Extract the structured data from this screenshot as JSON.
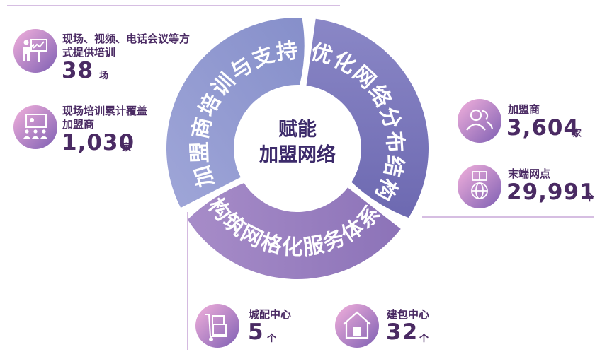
{
  "center": {
    "line1": "赋能",
    "line2": "加盟网络"
  },
  "segments": [
    {
      "text": "加盟商培训与支持",
      "color": "#8a93cc"
    },
    {
      "text": "优化网络分布结构",
      "color": "#7a76ba"
    },
    {
      "text": "构筑网格化服务体系",
      "color": "#9a7fbf"
    }
  ],
  "stats": [
    {
      "label": [
        "现场、视频、电话会议等方",
        "式提供培训"
      ],
      "value": "38",
      "unit": "场",
      "icon": "trainer-presentation-icon"
    },
    {
      "label": [
        "现场培训累计覆盖",
        "加盟商"
      ],
      "value": "1,030",
      "unit": "家",
      "icon": "classroom-icon"
    },
    {
      "label": [
        "加盟商"
      ],
      "value": "3,604",
      "unit": "家",
      "icon": "people-icon"
    },
    {
      "label": [
        "末端网点"
      ],
      "value": "29,991",
      "unit": "个",
      "icon": "globe-network-icon"
    },
    {
      "label": [
        "城配中心"
      ],
      "value": "5",
      "unit": "个",
      "icon": "hand-truck-boxes-icon"
    },
    {
      "label": [
        "建包中心"
      ],
      "value": "32",
      "unit": "个",
      "icon": "warehouse-box-icon"
    }
  ],
  "colors": {
    "icon_gradient_start": "#f0a8d8",
    "icon_gradient_end": "#7e5fb3",
    "text": "#4a2a63",
    "line": "#c9a9d9"
  }
}
